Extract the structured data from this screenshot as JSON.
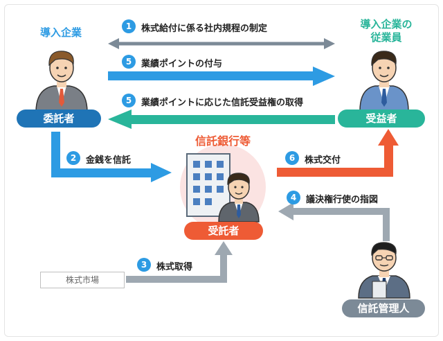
{
  "left_party": {
    "title": "導入企業",
    "role": "委託者"
  },
  "right_party": {
    "title_line1": "導入企業の",
    "title_line2": "従業員",
    "role": "受益者"
  },
  "bank": {
    "title": "信託銀行等",
    "role": "受託者"
  },
  "manager": {
    "role": "信託管理人"
  },
  "market": {
    "label": "株式市場"
  },
  "steps": [
    {
      "num": "1",
      "label": "株式給付に係る社内規程の制定"
    },
    {
      "num": "5",
      "label": "業績ポイントの付与"
    },
    {
      "num": "5",
      "label": "業績ポイントに応じた信託受益権の取得"
    },
    {
      "num": "2",
      "label": "金銭を信託"
    },
    {
      "num": "6",
      "label": "株式交付"
    },
    {
      "num": "4",
      "label": "議決権行使の指図"
    },
    {
      "num": "3",
      "label": "株式取得"
    }
  ],
  "colors": {
    "blue": "#2d9be3",
    "teal": "#29b59a",
    "orange": "#ee5b35",
    "gray": "#7c8a97",
    "light_gray": "#9ea8b1",
    "bank_circle": "#fbe3e2",
    "navy_pill": "#1f74b6"
  }
}
